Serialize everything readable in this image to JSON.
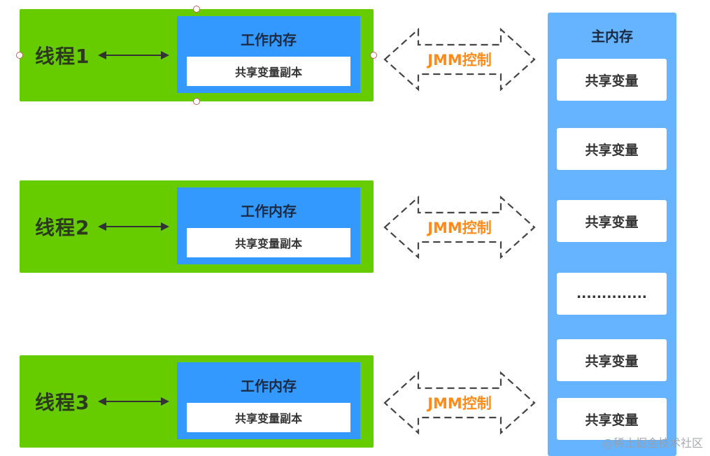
{
  "threads": [
    {
      "label": "线程1",
      "work_memory_title": "工作内存",
      "copy_label": "共享变量副本"
    },
    {
      "label": "线程2",
      "work_memory_title": "工作内存",
      "copy_label": "共享变量副本"
    },
    {
      "label": "线程3",
      "work_memory_title": "工作内存",
      "copy_label": "共享变量副本"
    }
  ],
  "jmm_label": "JMM控制",
  "main_memory": {
    "title": "主内存",
    "items": [
      "共享变量",
      "共享变量",
      "共享变量",
      "..............",
      "共享变量",
      "共享变量"
    ]
  },
  "watermark": "@稀土掘金技术社区",
  "colors": {
    "thread_green": "#66cc00",
    "work_memory_blue": "#3399ff",
    "main_memory_blue": "#66b3ff",
    "jmm_orange": "#ff8c1a"
  }
}
